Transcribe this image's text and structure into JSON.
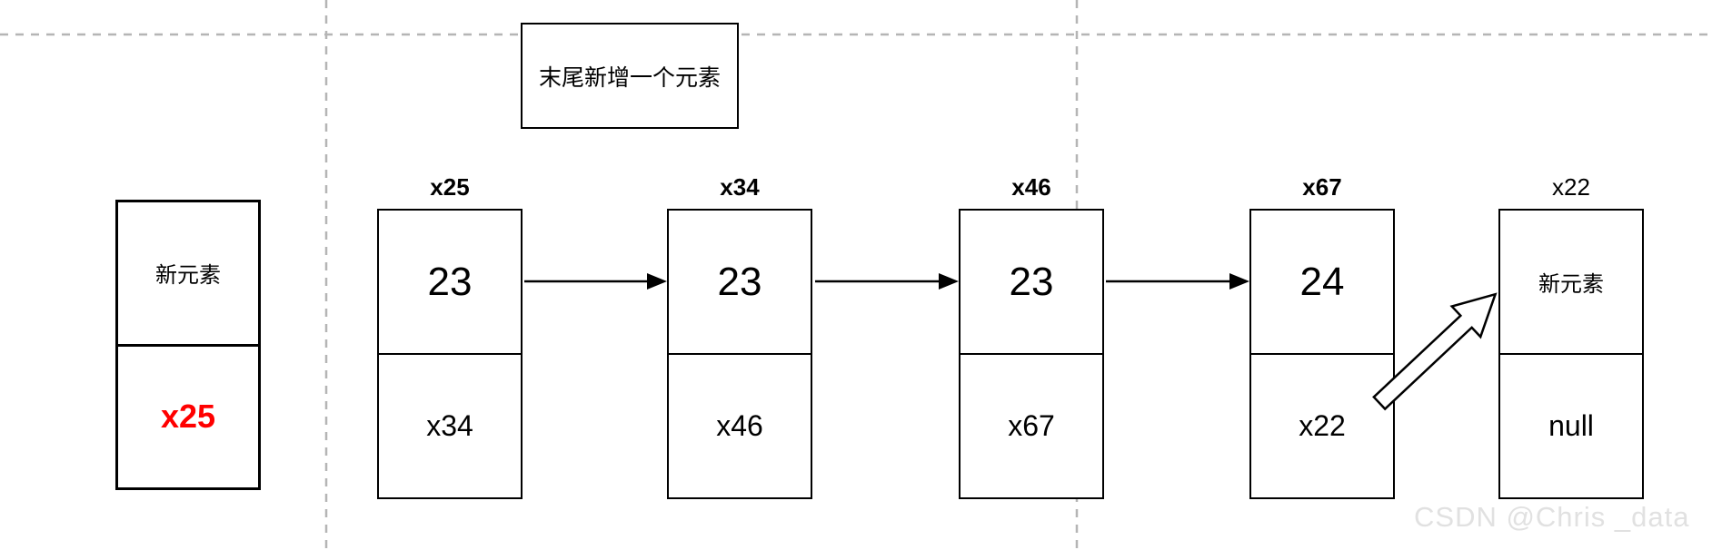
{
  "annotation": {
    "title": "末尾新增一个元素"
  },
  "new_element": {
    "value": "新元素",
    "pointer": "x25"
  },
  "nodes": [
    {
      "label": "x25",
      "value": "23",
      "next": "x34"
    },
    {
      "label": "x34",
      "value": "23",
      "next": "x46"
    },
    {
      "label": "x46",
      "value": "23",
      "next": "x67"
    },
    {
      "label": "x67",
      "value": "24",
      "next": "x22"
    },
    {
      "label": "x22",
      "value": "新元素",
      "next": "null"
    }
  ],
  "watermark": "CSDN @Chris _data",
  "colors": {
    "line": "#000000",
    "grid_dash": "#b5b5b5",
    "highlight_red": "#ff0000",
    "watermark_gray": "#e1e1e1"
  }
}
